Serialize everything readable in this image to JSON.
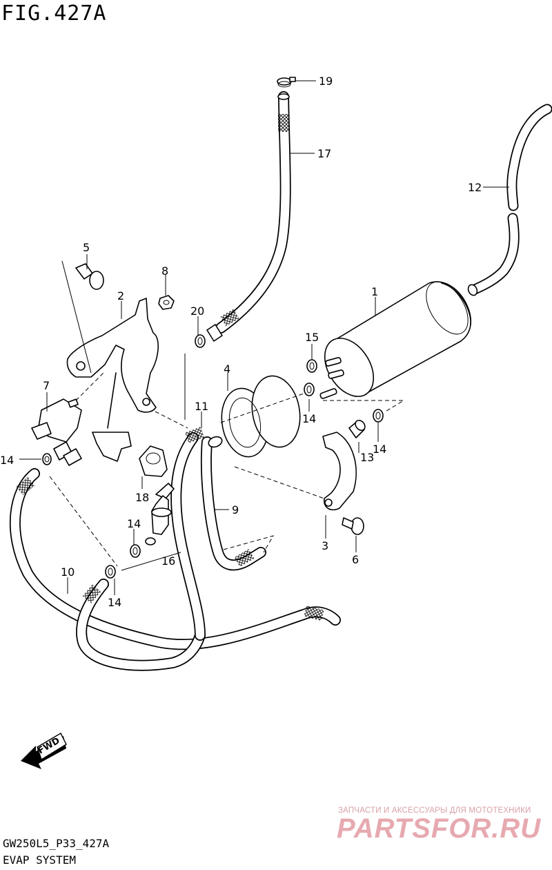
{
  "figure": {
    "title": "FIG.427A",
    "model_code": "GW250L5_P33_427A",
    "system_name": "EVAP SYSTEM",
    "fwd_label": "FWD"
  },
  "callouts": [
    "1",
    "2",
    "3",
    "4",
    "5",
    "6",
    "7",
    "8",
    "9",
    "10",
    "11",
    "12",
    "13",
    "14",
    "14",
    "14",
    "14",
    "14",
    "15",
    "16",
    "17",
    "18",
    "19",
    "20"
  ],
  "watermark": {
    "tagline": "ЗАПЧАСТИ И АКСЕССУАРЫ ДЛЯ МОТОТЕХНИКИ",
    "brand": "PARTSFOR.RU"
  },
  "colors": {
    "ink": "#000000",
    "watermark": "#e7a9b0"
  }
}
